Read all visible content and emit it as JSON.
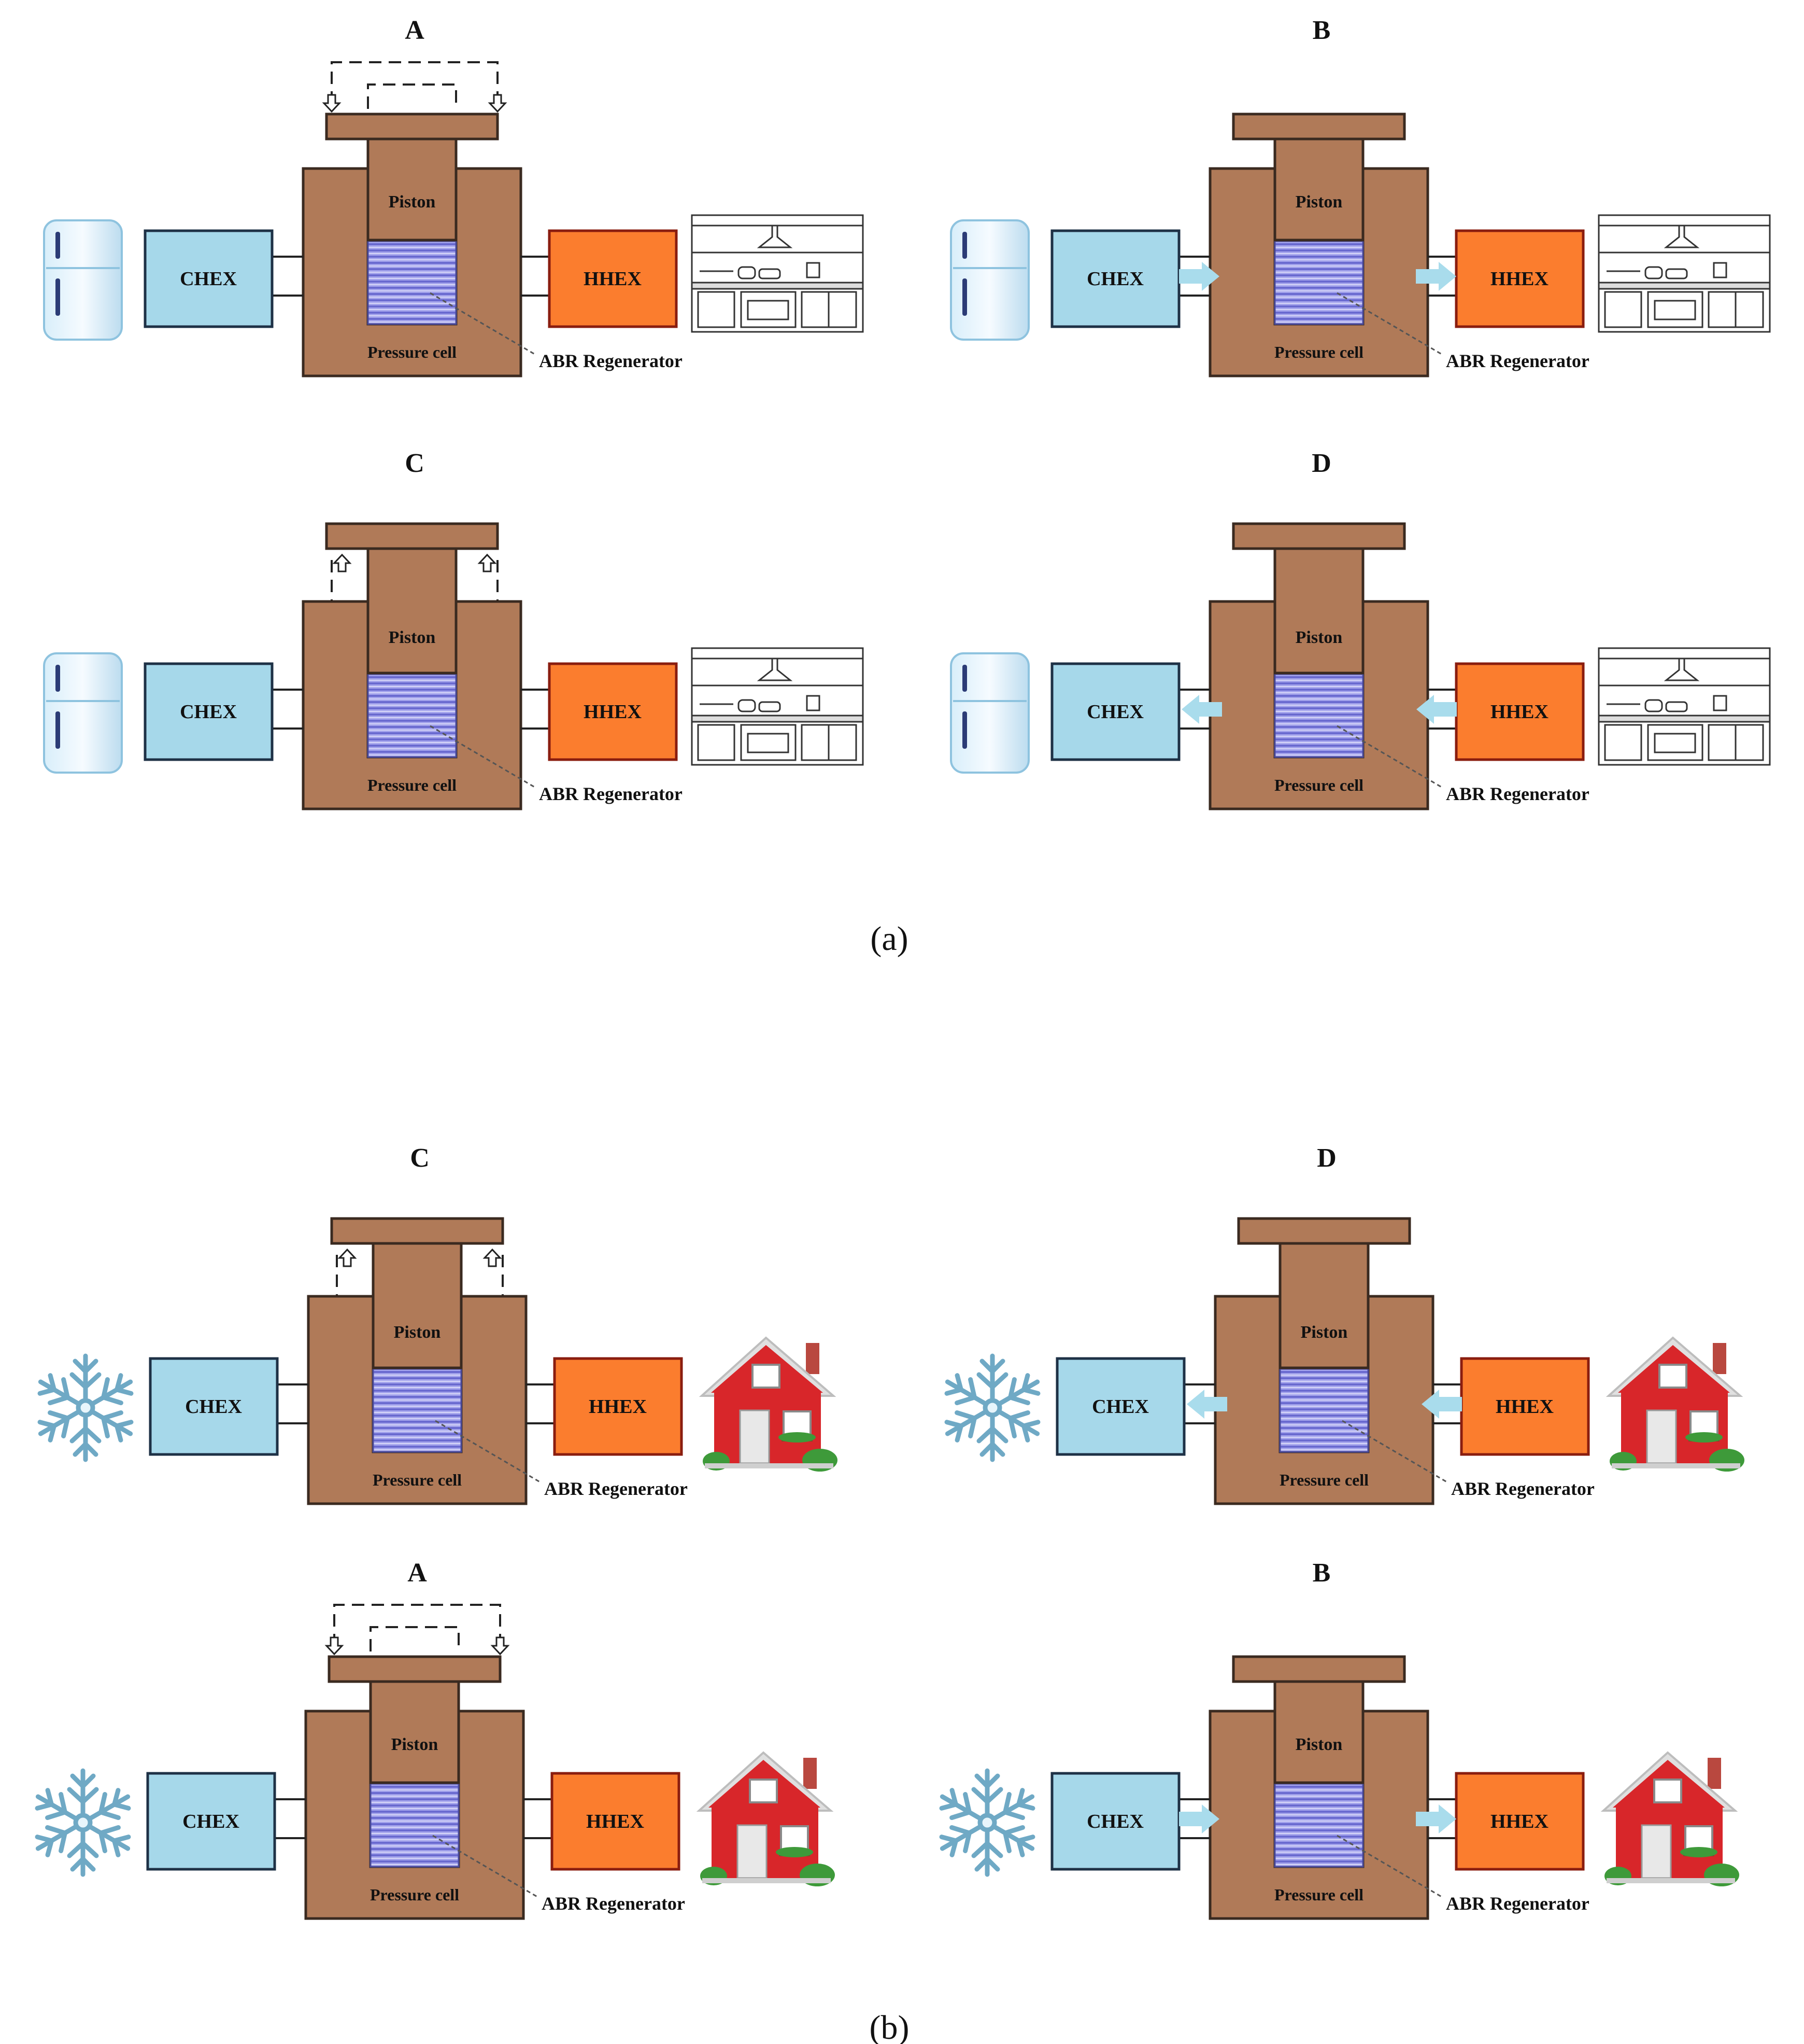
{
  "figure": {
    "part_a_caption": "(a)",
    "part_b_caption": "(b)",
    "labels": {
      "chex": "CHEX",
      "hhex": "HHEX",
      "piston": "Piston",
      "pressure_cell": "Pressure cell",
      "regenerator": "ABR Regenerator"
    },
    "panels": [
      {
        "step": "A",
        "part": "a",
        "piston_state": "compress-arrows-down",
        "flow": "none",
        "cold_side": "refrigerator-icon",
        "hot_side": "kitchen-icon"
      },
      {
        "step": "B",
        "part": "a",
        "piston_state": "down",
        "flow": "right",
        "cold_side": "refrigerator-icon",
        "hot_side": "kitchen-icon"
      },
      {
        "step": "C",
        "part": "a",
        "piston_state": "release-arrows-up",
        "flow": "none",
        "cold_side": "refrigerator-icon",
        "hot_side": "kitchen-icon"
      },
      {
        "step": "D",
        "part": "a",
        "piston_state": "up",
        "flow": "left",
        "cold_side": "refrigerator-icon",
        "hot_side": "kitchen-icon"
      },
      {
        "step": "C",
        "part": "b",
        "piston_state": "release-arrows-up",
        "flow": "none",
        "cold_side": "snowflake-icon",
        "hot_side": "house-icon"
      },
      {
        "step": "D",
        "part": "b",
        "piston_state": "up",
        "flow": "left",
        "cold_side": "snowflake-icon",
        "hot_side": "house-icon"
      },
      {
        "step": "A",
        "part": "b",
        "piston_state": "compress-arrows-down",
        "flow": "none",
        "cold_side": "snowflake-icon",
        "hot_side": "house-icon"
      },
      {
        "step": "B",
        "part": "b",
        "piston_state": "down",
        "flow": "right",
        "cold_side": "snowflake-icon",
        "hot_side": "house-icon"
      }
    ],
    "colors": {
      "cell_brown": "#b07a58",
      "cell_outline": "#3a2a20",
      "chex_blue": "#a6d8ea",
      "hhex_orange": "#fb7d2e",
      "regenerator_blue": "#9a9ae6",
      "arrow_blue": "#a9dcec",
      "house_red": "#d8262a"
    }
  }
}
